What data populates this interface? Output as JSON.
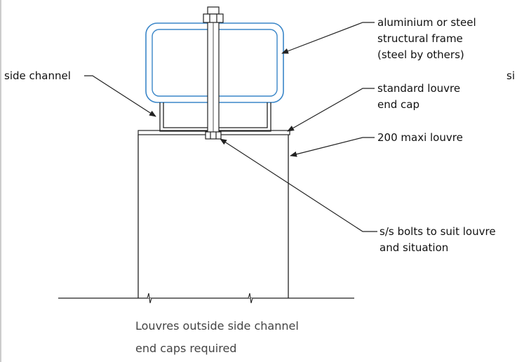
{
  "labels": {
    "frame_line1": "aluminium or steel",
    "frame_line2": "structural frame",
    "frame_line3": "(steel by others)",
    "side_channel": "side channel",
    "cut_off": "si",
    "end_cap_line1": "standard louvre",
    "end_cap_line2": "end cap",
    "louvre": "200 maxi louvre",
    "bolts_line1": "s/s bolts to suit louvre",
    "bolts_line2": "and situation"
  },
  "caption": {
    "line1": "Louvres outside side channel",
    "line2": "end caps required"
  },
  "colors": {
    "frame_outline": "#3a86c8",
    "line": "#222222",
    "caption_text": "#444444"
  }
}
